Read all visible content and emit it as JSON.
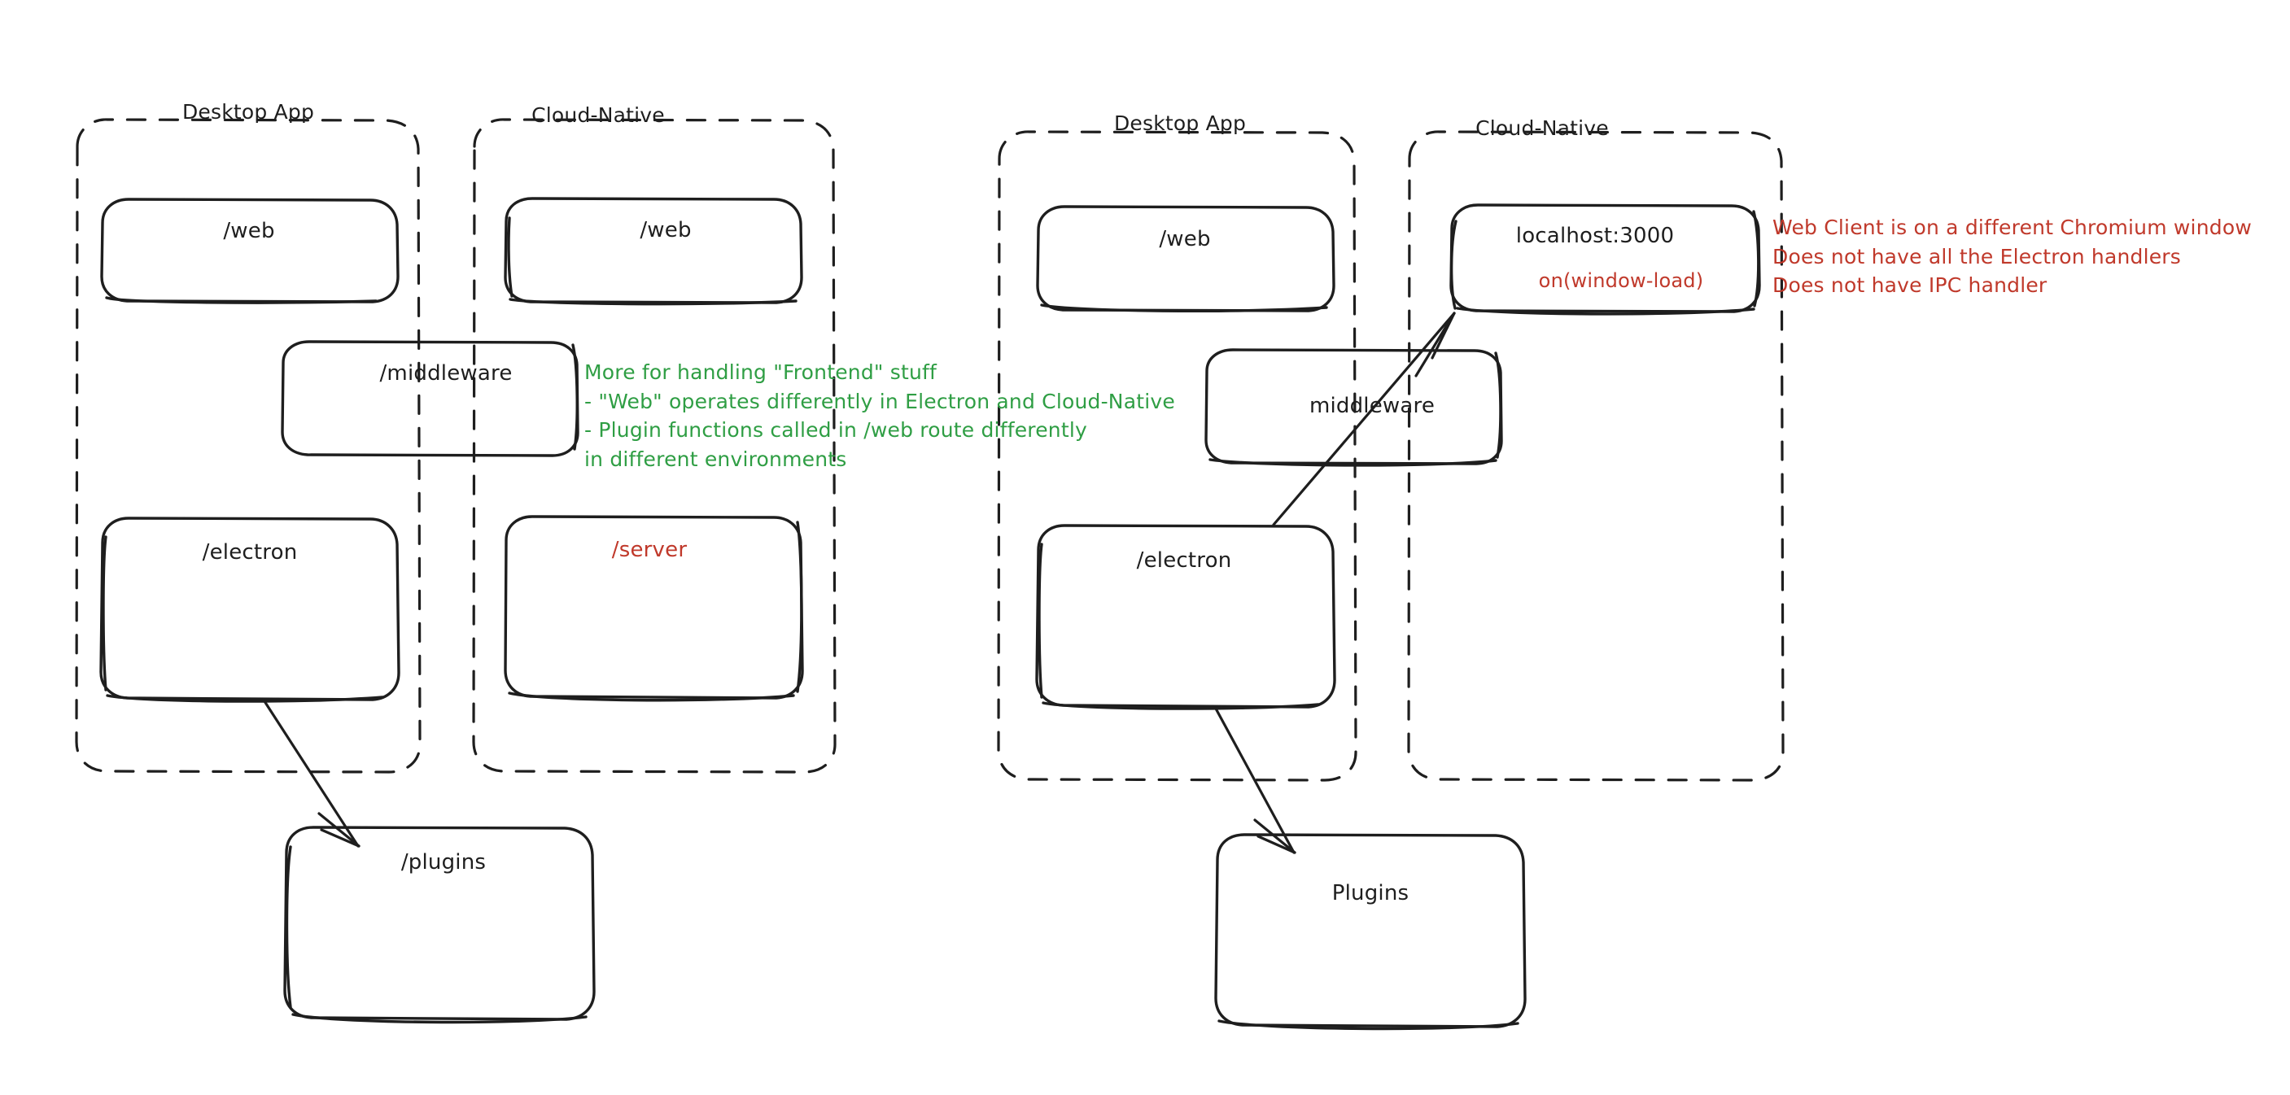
{
  "diagram": {
    "title": "Electron vs Cloud-Native architecture sketch",
    "style": "hand-drawn whiteboard sketch",
    "background": "#ffffff",
    "colors": {
      "stroke": "#1e1e1e",
      "text": "#1e1e1e",
      "green": "#2f9e44",
      "red": "#c0392b"
    }
  },
  "left_diagram": {
    "groups": [
      {
        "id": "left-desktop-app",
        "label": "Desktop App"
      },
      {
        "id": "left-cloud-native",
        "label": "Cloud-Native"
      }
    ],
    "boxes": [
      {
        "id": "left-desktop-web",
        "label": "/web",
        "color": "#1e1e1e"
      },
      {
        "id": "left-cloud-web",
        "label": "/web",
        "color": "#1e1e1e"
      },
      {
        "id": "left-middleware",
        "label": "/middleware",
        "color": "#1e1e1e"
      },
      {
        "id": "left-electron",
        "label": "/electron",
        "color": "#1e1e1e"
      },
      {
        "id": "left-server",
        "label": "/server",
        "color": "#c0392b"
      },
      {
        "id": "left-plugins",
        "label": "/plugins",
        "color": "#1e1e1e"
      }
    ],
    "arrows": [
      {
        "id": "left-electron-to-plugins",
        "from": "/electron",
        "to": "/plugins"
      }
    ],
    "note_green": "More for handling \"Frontend\" stuff\n- \"Web\" operates differently in Electron and Cloud-Native\n- Plugin functions called in /web route differently\nin different environments"
  },
  "right_diagram": {
    "groups": [
      {
        "id": "right-desktop-app",
        "label": "Desktop App"
      },
      {
        "id": "right-cloud-native",
        "label": "Cloud-Native"
      }
    ],
    "boxes": [
      {
        "id": "right-desktop-web",
        "label": "/web",
        "color": "#1e1e1e"
      },
      {
        "id": "right-localhost",
        "label": "localhost:3000",
        "sublabel": "on(window-load)",
        "color": "#1e1e1e",
        "sublabel_color": "#c0392b"
      },
      {
        "id": "right-middleware",
        "label": "middleware",
        "color": "#1e1e1e"
      },
      {
        "id": "right-electron",
        "label": "/electron",
        "color": "#1e1e1e"
      },
      {
        "id": "right-plugins",
        "label": "Plugins",
        "color": "#1e1e1e"
      }
    ],
    "arrows": [
      {
        "id": "right-electron-to-localhost",
        "from": "/electron",
        "to": "localhost:3000"
      },
      {
        "id": "right-electron-to-plugins",
        "from": "/electron",
        "to": "Plugins"
      }
    ],
    "note_red": "Web Client is on a different Chromium window\nDoes not have all the Electron handlers\nDoes not have IPC handler"
  }
}
